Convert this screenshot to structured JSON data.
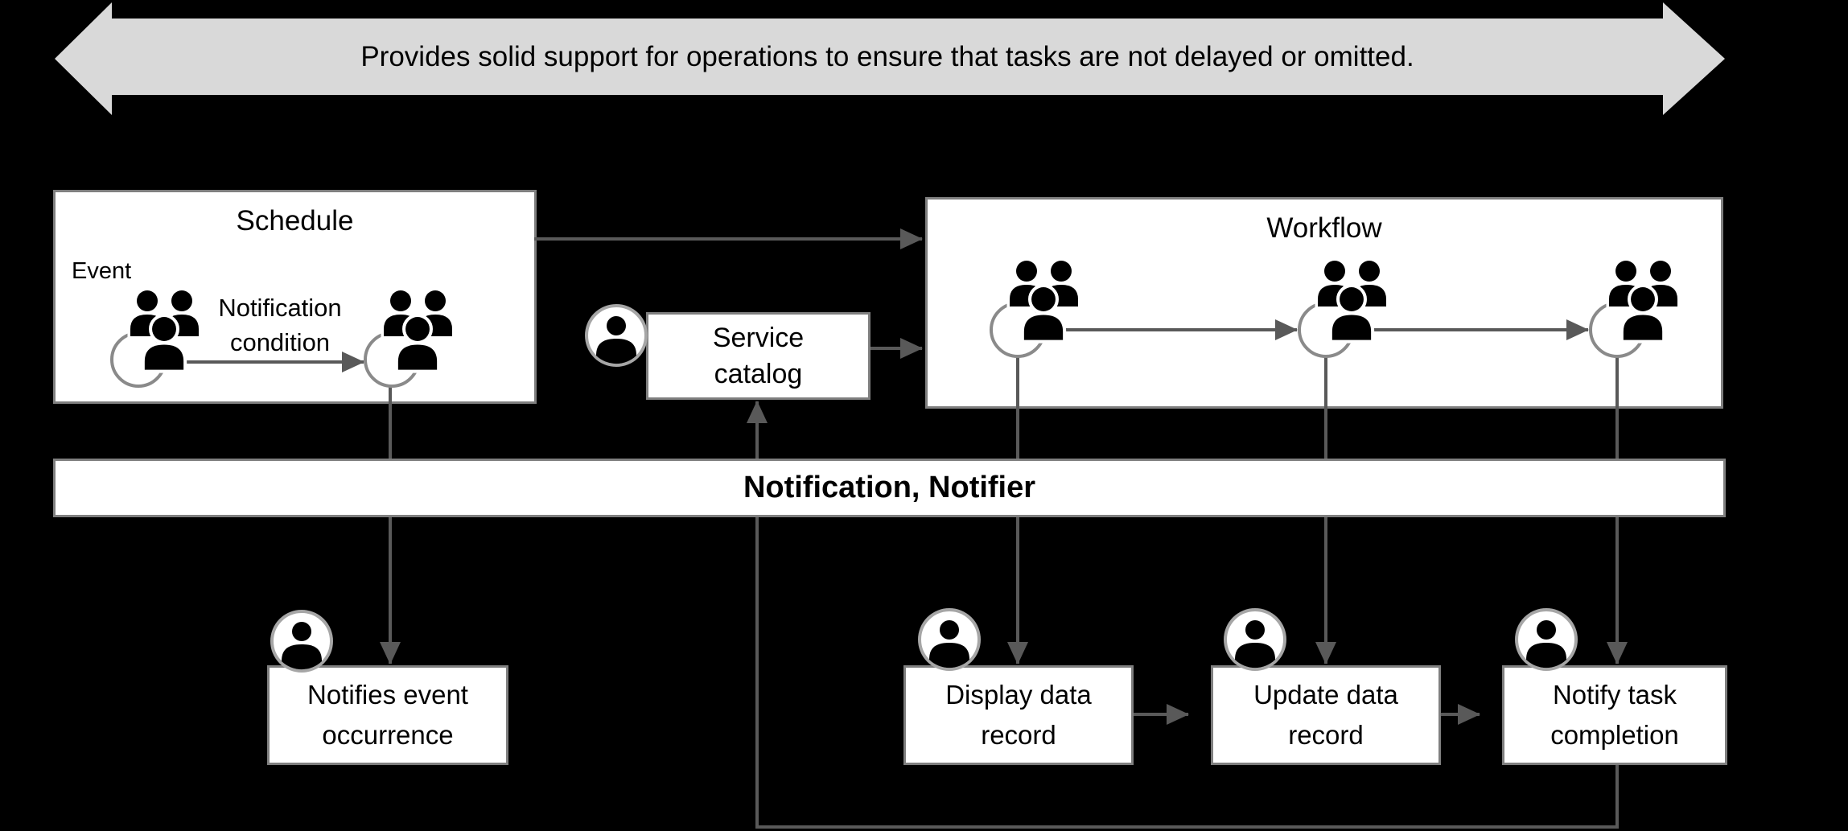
{
  "banner": {
    "text": "Provides solid support for operations to ensure that tasks are not delayed or omitted.",
    "fill": "#d9d9d9"
  },
  "schedule": {
    "title": "Schedule",
    "event_label": "Event",
    "arrow_label_line1": "Notification",
    "arrow_label_line2": "condition"
  },
  "workflow": {
    "title": "Workflow"
  },
  "service_catalog": {
    "line1": "Service",
    "line2": "catalog"
  },
  "notification_bar": {
    "text": "Notification, Notifier"
  },
  "tasks": {
    "notifies_event": {
      "line1": "Notifies event",
      "line2": "occurrence"
    },
    "display_data": {
      "line1": "Display data",
      "line2": "record"
    },
    "update_data": {
      "line1": "Update data",
      "line2": "record"
    },
    "notify_task": {
      "line1": "Notify task",
      "line2": "completion"
    }
  },
  "colors": {
    "background": "#000000",
    "banner_fill": "#d9d9d9",
    "box_fill": "#ffffff",
    "box_border": "#7f7f7f",
    "connector": "#595959",
    "loop_circle": "#8a8a8a",
    "actor_ring": "#a6a6a6",
    "icon_ink": "#000000"
  }
}
